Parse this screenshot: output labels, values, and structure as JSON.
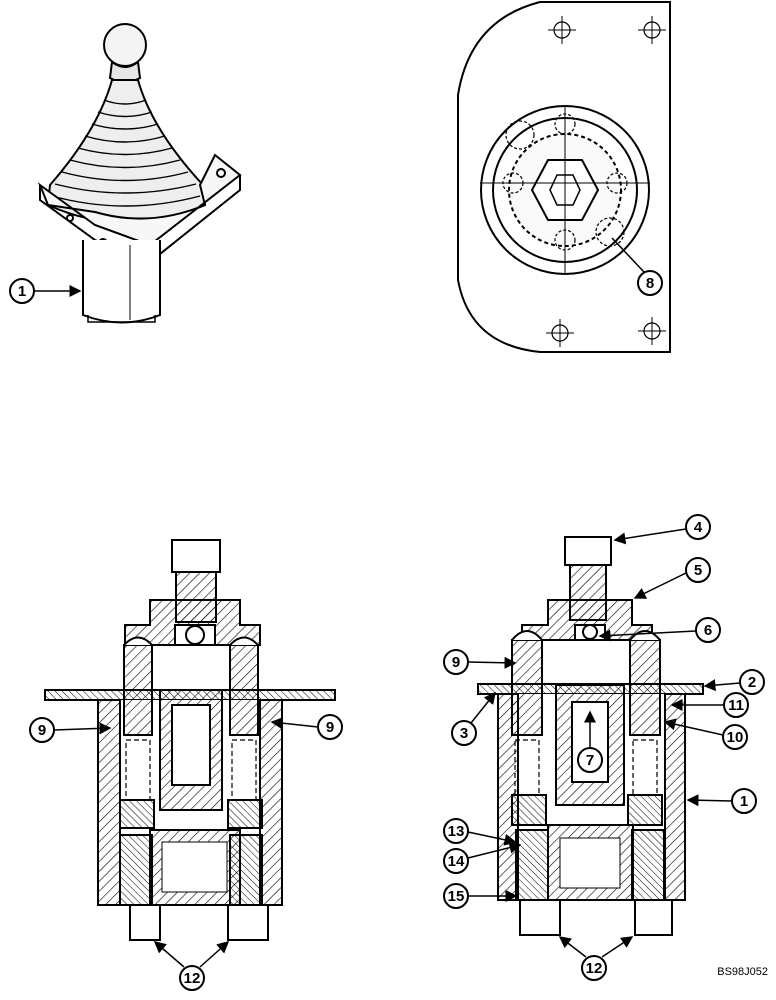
{
  "callouts": {
    "c1_top": "1",
    "c8": "8",
    "c9_left_a": "9",
    "c9_left_b": "9",
    "c12_left": "12",
    "c4": "4",
    "c5": "5",
    "c6": "6",
    "c9_right": "9",
    "c2": "2",
    "c3": "3",
    "c11": "11",
    "c10": "10",
    "c7": "7",
    "c1_right": "1",
    "c13": "13",
    "c14": "14",
    "c15": "15",
    "c12_right": "12"
  },
  "figure_code": "BS98J052",
  "colors": {
    "ink": "#000000",
    "paper": "#ffffff",
    "shade": "#d9d9d9"
  }
}
